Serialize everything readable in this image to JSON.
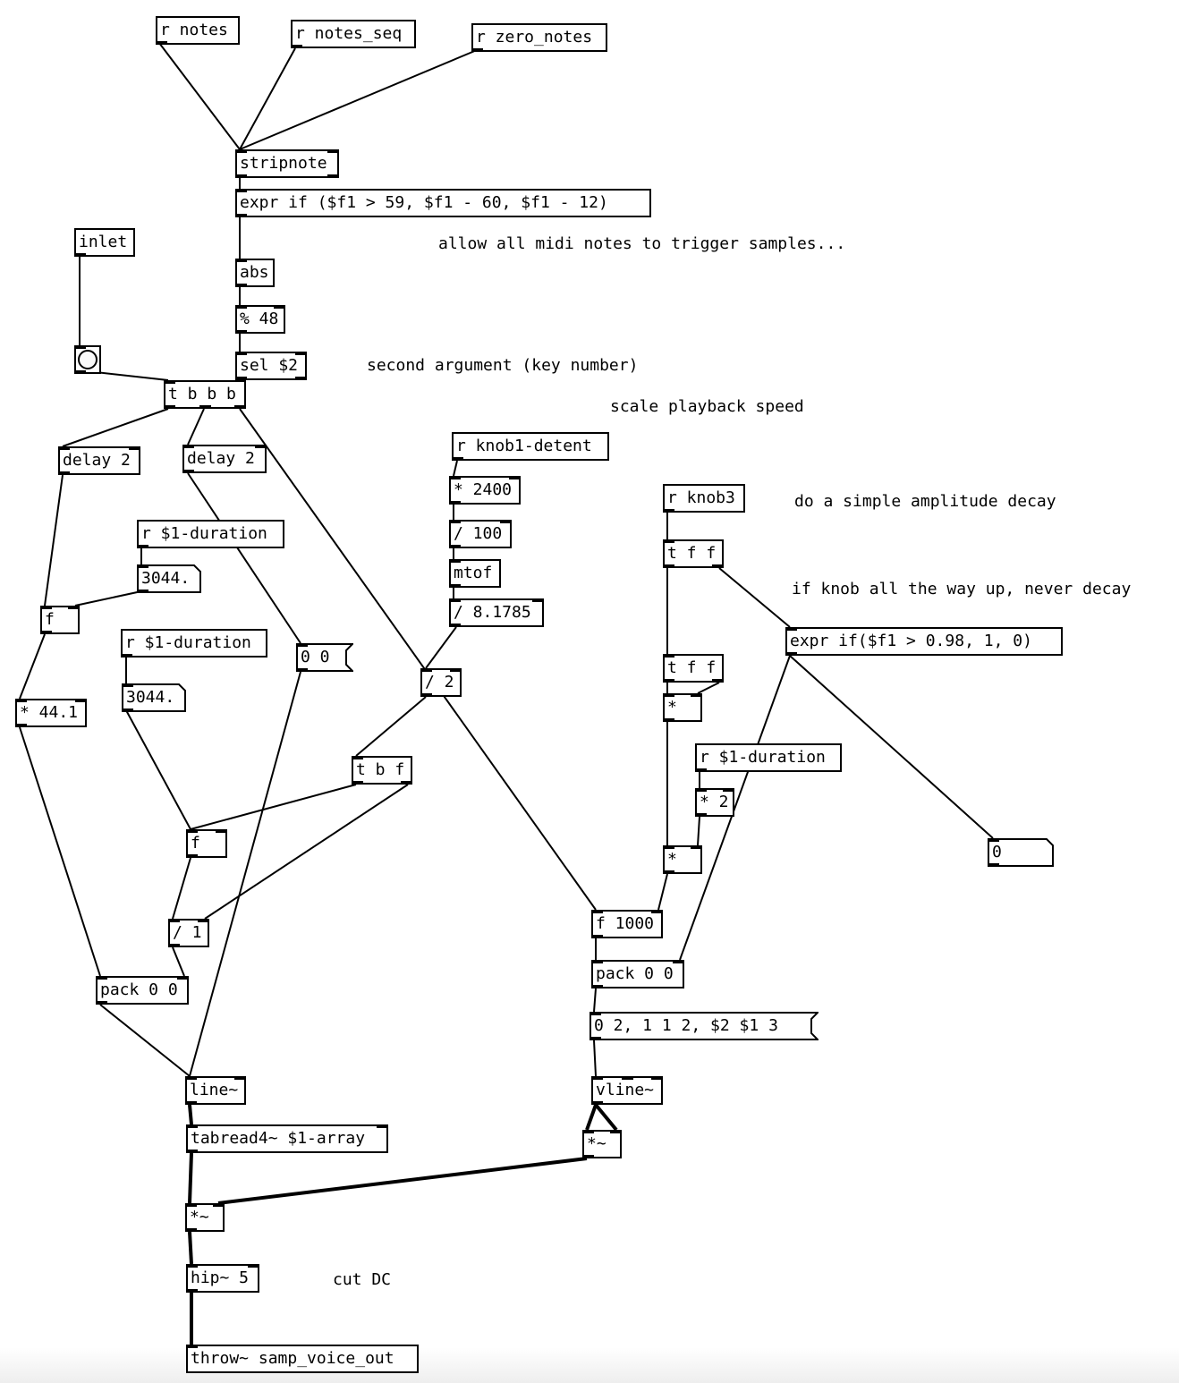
{
  "objects": [
    {
      "id": "r-notes",
      "text": "r notes",
      "kind": "obj"
    },
    {
      "id": "r-notes-seq",
      "text": "r notes_seq",
      "kind": "obj"
    },
    {
      "id": "r-zero-notes",
      "text": "r zero_notes",
      "kind": "obj"
    },
    {
      "id": "stripnote",
      "text": "stripnote",
      "kind": "obj"
    },
    {
      "id": "expr-note",
      "text": "expr if ($f1 > 59, $f1 - 60, $f1 - 12)",
      "kind": "obj"
    },
    {
      "id": "inlet",
      "text": "inlet",
      "kind": "obj"
    },
    {
      "id": "abs",
      "text": "abs",
      "kind": "obj"
    },
    {
      "id": "mod-48",
      "text": "% 48",
      "kind": "obj"
    },
    {
      "id": "bang",
      "text": "",
      "kind": "bang"
    },
    {
      "id": "sel",
      "text": "sel $2",
      "kind": "obj"
    },
    {
      "id": "trigger-bbb",
      "text": "t b b b",
      "kind": "obj"
    },
    {
      "id": "delay-left",
      "text": "delay 2",
      "kind": "obj"
    },
    {
      "id": "delay-right",
      "text": "delay 2",
      "kind": "obj"
    },
    {
      "id": "r-knob1",
      "text": "r knob1-detent",
      "kind": "obj"
    },
    {
      "id": "mul-2400",
      "text": "* 2400",
      "kind": "obj"
    },
    {
      "id": "div-100",
      "text": "/ 100",
      "kind": "obj"
    },
    {
      "id": "mtof",
      "text": "mtof",
      "kind": "obj"
    },
    {
      "id": "div-8",
      "text": "/ 8.1785",
      "kind": "obj"
    },
    {
      "id": "r-knob3",
      "text": "r knob3",
      "kind": "obj"
    },
    {
      "id": "trigger-ff-1",
      "text": "t f f",
      "kind": "obj"
    },
    {
      "id": "expr-decay",
      "text": "expr if($f1 > 0.98, 1, 0)",
      "kind": "obj"
    },
    {
      "id": "trigger-ff-2",
      "text": "t f f",
      "kind": "obj"
    },
    {
      "id": "mul-square",
      "text": "*",
      "kind": "obj"
    },
    {
      "id": "r-duration-3",
      "text": "r $1-duration",
      "kind": "obj"
    },
    {
      "id": "mul-2",
      "text": "* 2",
      "kind": "obj"
    },
    {
      "id": "mul-final",
      "text": "*",
      "kind": "obj"
    },
    {
      "id": "number-decay",
      "text": "0",
      "kind": "atom"
    },
    {
      "id": "r-duration-1",
      "text": "r $1-duration",
      "kind": "obj"
    },
    {
      "id": "number-dur-1",
      "text": "3044.",
      "kind": "atom"
    },
    {
      "id": "float-left",
      "text": "f",
      "kind": "obj"
    },
    {
      "id": "r-duration-2",
      "text": "r $1-duration",
      "kind": "obj"
    },
    {
      "id": "number-dur-2",
      "text": "3044.",
      "kind": "atom"
    },
    {
      "id": "msg-0-0",
      "text": "0 0",
      "kind": "msg"
    },
    {
      "id": "mul-44",
      "text": "* 44.1",
      "kind": "obj"
    },
    {
      "id": "div-2",
      "text": "/ 2",
      "kind": "obj"
    },
    {
      "id": "trigger-bf",
      "text": "t b f",
      "kind": "obj"
    },
    {
      "id": "float-mid",
      "text": "f",
      "kind": "obj"
    },
    {
      "id": "div-1",
      "text": "/ 1",
      "kind": "obj"
    },
    {
      "id": "pack-left",
      "text": "pack 0 0",
      "kind": "obj"
    },
    {
      "id": "float-1000",
      "text": "f 1000",
      "kind": "obj"
    },
    {
      "id": "pack-right",
      "text": "pack 0 0",
      "kind": "obj"
    },
    {
      "id": "msg-envelope",
      "text": "0 2, 1 1 2, $2 $1 3",
      "kind": "msg"
    },
    {
      "id": "line",
      "text": "line~",
      "kind": "obj"
    },
    {
      "id": "vline",
      "text": "vline~",
      "kind": "obj"
    },
    {
      "id": "tabread",
      "text": "tabread4~ $1-array",
      "kind": "obj"
    },
    {
      "id": "mul-sig-right",
      "text": "*~",
      "kind": "obj"
    },
    {
      "id": "mul-sig-left",
      "text": "*~",
      "kind": "obj"
    },
    {
      "id": "hip",
      "text": "hip~ 5",
      "kind": "obj"
    },
    {
      "id": "throw",
      "text": "throw~ samp_voice_out",
      "kind": "obj"
    }
  ],
  "comments": [
    "allow all midi notes to trigger samples...",
    "second argument (key number)",
    "scale playback speed",
    "do a simple amplitude decay",
    "if knob all the way up, never decay",
    "cut DC"
  ]
}
